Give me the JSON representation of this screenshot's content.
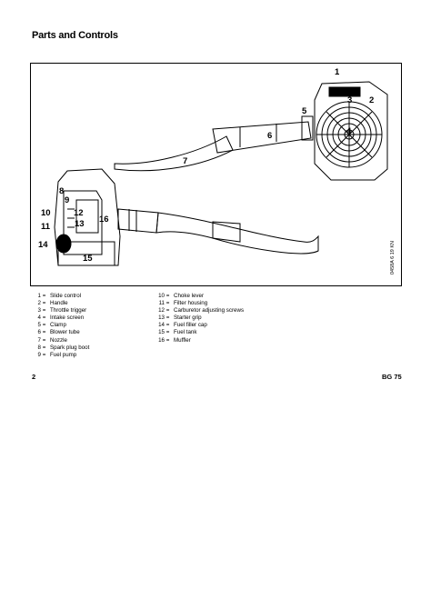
{
  "page": {
    "title": "Parts and Controls",
    "page_number": "2",
    "model": "BG 75"
  },
  "figure": {
    "image_code": "0458A 6 19 KN",
    "callouts": [
      "1",
      "2",
      "3",
      "4",
      "5",
      "6",
      "7",
      "8",
      "9",
      "10",
      "11",
      "12",
      "13",
      "14",
      "15",
      "16"
    ]
  },
  "legend_left": [
    {
      "num": "1",
      "label": "Slide control"
    },
    {
      "num": "2",
      "label": "Handle"
    },
    {
      "num": "3",
      "label": "Throttle trigger"
    },
    {
      "num": "4",
      "label": "Intake screen"
    },
    {
      "num": "5",
      "label": "Clamp"
    },
    {
      "num": "6",
      "label": "Blower tube"
    },
    {
      "num": "7",
      "label": "Nozzle"
    },
    {
      "num": "8",
      "label": "Spark plug boot"
    },
    {
      "num": "9",
      "label": "Fuel pump"
    }
  ],
  "legend_right": [
    {
      "num": "10",
      "label": "Choke lever"
    },
    {
      "num": "11",
      "label": "Filter housing"
    },
    {
      "num": "12",
      "label": "Carburetor adjusting screws"
    },
    {
      "num": "13",
      "label": "Starter grip"
    },
    {
      "num": "14",
      "label": "Fuel filler cap"
    },
    {
      "num": "15",
      "label": "Fuel tank"
    },
    {
      "num": "16",
      "label": "Muffler"
    }
  ]
}
